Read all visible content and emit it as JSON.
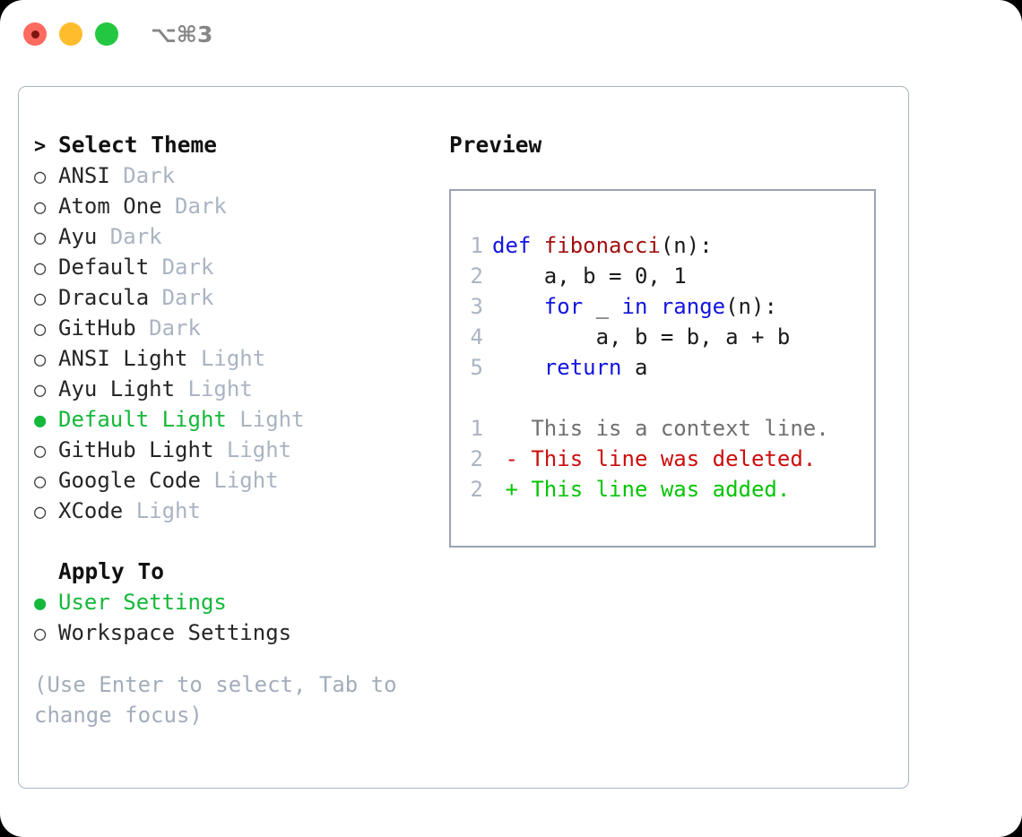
{
  "titlebar": {
    "shortcut": "⌥⌘3",
    "buttons": [
      {
        "name": "close",
        "color": "#fe6a60"
      },
      {
        "name": "minimize",
        "color": "#ffbd2e"
      },
      {
        "name": "maximize",
        "color": "#23c840"
      }
    ]
  },
  "theme_picker": {
    "header_marker": ">",
    "header": "Select Theme",
    "marker_selected": "●",
    "marker_unselected": "○",
    "items": [
      {
        "label": "ANSI",
        "tag": "Dark",
        "selected": false
      },
      {
        "label": "Atom One",
        "tag": "Dark",
        "selected": false
      },
      {
        "label": "Ayu",
        "tag": "Dark",
        "selected": false
      },
      {
        "label": "Default",
        "tag": "Dark",
        "selected": false
      },
      {
        "label": "Dracula",
        "tag": "Dark",
        "selected": false
      },
      {
        "label": "GitHub",
        "tag": "Dark",
        "selected": false
      },
      {
        "label": "ANSI Light",
        "tag": "Light",
        "selected": false
      },
      {
        "label": "Ayu Light",
        "tag": "Light",
        "selected": false
      },
      {
        "label": "Default Light",
        "tag": "Light",
        "selected": true
      },
      {
        "label": "GitHub Light",
        "tag": "Light",
        "selected": false
      },
      {
        "label": "Google Code",
        "tag": "Light",
        "selected": false
      },
      {
        "label": "XCode",
        "tag": "Light",
        "selected": false
      }
    ]
  },
  "apply_to": {
    "header": "Apply To",
    "items": [
      {
        "label": "User Settings",
        "selected": true
      },
      {
        "label": "Workspace Settings",
        "selected": false
      }
    ]
  },
  "help_text": "(Use Enter to select, Tab to change focus)",
  "preview": {
    "title": "Preview",
    "code_lines": [
      {
        "num": "1",
        "segments": [
          {
            "text": "def ",
            "kind": "kw"
          },
          {
            "text": "fibonacci",
            "kind": "fn"
          },
          {
            "text": "(n):",
            "kind": "pl"
          }
        ]
      },
      {
        "num": "2",
        "segments": [
          {
            "text": "    a, b = 0, 1",
            "kind": "pl"
          }
        ]
      },
      {
        "num": "3",
        "segments": [
          {
            "text": "    for ",
            "kind": "kw"
          },
          {
            "text": "_ ",
            "kind": "pl"
          },
          {
            "text": "in range",
            "kind": "kw"
          },
          {
            "text": "(n):",
            "kind": "pl"
          }
        ]
      },
      {
        "num": "4",
        "segments": [
          {
            "text": "        a, b = b, a + b",
            "kind": "pl"
          }
        ]
      },
      {
        "num": "5",
        "segments": [
          {
            "text": "    return ",
            "kind": "kw"
          },
          {
            "text": "a",
            "kind": "pl"
          }
        ]
      }
    ],
    "diff_lines": [
      {
        "num": "1",
        "sign": " ",
        "text": "This is a context line.",
        "kind": "ctx"
      },
      {
        "num": "2",
        "sign": "-",
        "text": "This line was deleted.",
        "kind": "del"
      },
      {
        "num": "2",
        "sign": "+",
        "text": "This line was added.",
        "kind": "add"
      }
    ]
  },
  "colors": {
    "accent_green": "#15b83a",
    "muted_gray": "#aab4c2",
    "keyword_blue": "#1414e0",
    "function_red": "#a01010",
    "diff_removed": "#cc0d0d",
    "diff_added": "#06c406",
    "border": "#99a4b4"
  }
}
